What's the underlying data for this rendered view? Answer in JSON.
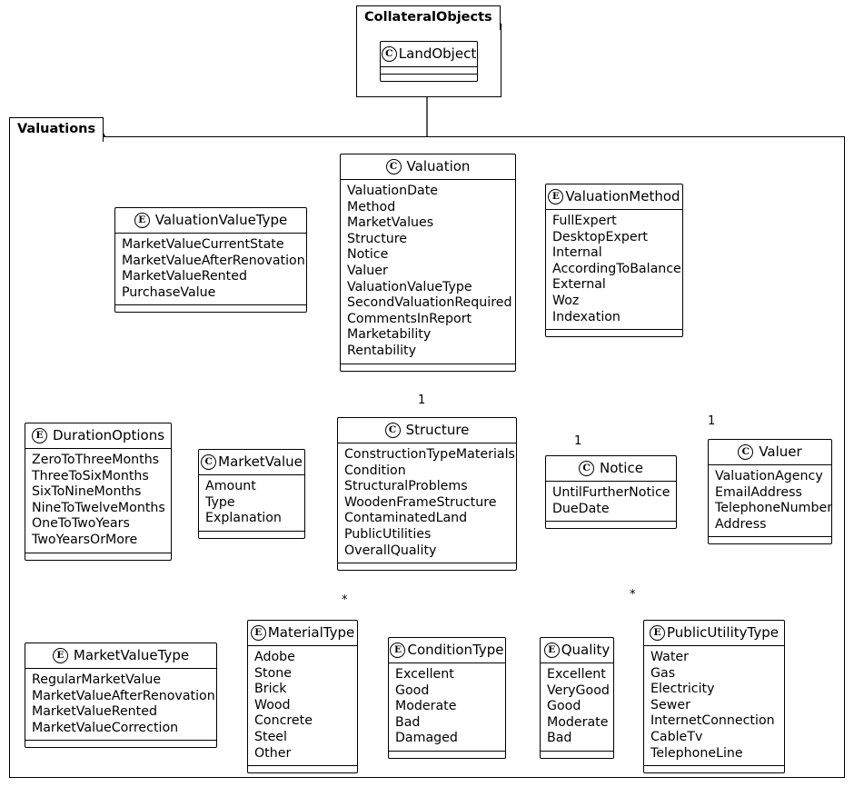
{
  "diagram": {
    "type": "uml-class-diagram",
    "packages": [
      {
        "id": "collateral",
        "name": "CollateralObjects"
      },
      {
        "id": "valuations",
        "name": "Valuations"
      }
    ],
    "nodes": [
      {
        "id": "landobject",
        "stereotype": "C",
        "name": "LandObject",
        "members": []
      },
      {
        "id": "valuation",
        "stereotype": "C",
        "name": "Valuation",
        "members": [
          "ValuationDate",
          "Method",
          "MarketValues",
          "Structure",
          "Notice",
          "Valuer",
          "ValuationValueType",
          "SecondValuationRequired",
          "CommentsInReport",
          "Marketability",
          "Rentability"
        ]
      },
      {
        "id": "valuationvaluetype",
        "stereotype": "E",
        "name": "ValuationValueType",
        "members": [
          "MarketValueCurrentState",
          "MarketValueAfterRenovation",
          "MarketValueRented",
          "PurchaseValue"
        ]
      },
      {
        "id": "valuationmethod",
        "stereotype": "E",
        "name": "ValuationMethod",
        "members": [
          "FullExpert",
          "DesktopExpert",
          "Internal",
          "AccordingToBalance",
          "External",
          "Woz",
          "Indexation"
        ]
      },
      {
        "id": "durationoptions",
        "stereotype": "E",
        "name": "DurationOptions",
        "members": [
          "ZeroToThreeMonths",
          "ThreeToSixMonths",
          "SixToNineMonths",
          "NineToTwelveMonths",
          "OneToTwoYears",
          "TwoYearsOrMore"
        ]
      },
      {
        "id": "marketvalue",
        "stereotype": "C",
        "name": "MarketValue",
        "members": [
          "Amount",
          "Type",
          "Explanation"
        ]
      },
      {
        "id": "structure",
        "stereotype": "C",
        "name": "Structure",
        "members": [
          "ConstructionTypeMaterials",
          "Condition",
          "StructuralProblems",
          "WoodenFrameStructure",
          "ContaminatedLand",
          "PublicUtilities",
          "OverallQuality"
        ]
      },
      {
        "id": "notice",
        "stereotype": "C",
        "name": "Notice",
        "members": [
          "UntilFurtherNotice",
          "DueDate"
        ]
      },
      {
        "id": "valuer",
        "stereotype": "C",
        "name": "Valuer",
        "members": [
          "ValuationAgency",
          "EmailAddress",
          "TelephoneNumber",
          "Address"
        ]
      },
      {
        "id": "marketvaluetype",
        "stereotype": "E",
        "name": "MarketValueType",
        "members": [
          "RegularMarketValue",
          "MarketValueAfterRenovation",
          "MarketValueRented",
          "MarketValueCorrection"
        ]
      },
      {
        "id": "materialtype",
        "stereotype": "E",
        "name": "MaterialType",
        "members": [
          "Adobe",
          "Stone",
          "Brick",
          "Wood",
          "Concrete",
          "Steel",
          "Other"
        ]
      },
      {
        "id": "conditiontype",
        "stereotype": "E",
        "name": "ConditionType",
        "members": [
          "Excellent",
          "Good",
          "Moderate",
          "Bad",
          "Damaged"
        ]
      },
      {
        "id": "quality",
        "stereotype": "E",
        "name": "Quality",
        "members": [
          "Excellent",
          "VeryGood",
          "Good",
          "Moderate",
          "Bad"
        ]
      },
      {
        "id": "publicutilitytype",
        "stereotype": "E",
        "name": "PublicUtilityType",
        "members": [
          "Water",
          "Gas",
          "Electricity",
          "Sewer",
          "InternetConnection",
          "CableTv",
          "TelephoneLine"
        ]
      }
    ],
    "multiplicities": [
      {
        "id": "m-structure",
        "label": "1"
      },
      {
        "id": "m-notice",
        "label": "1"
      },
      {
        "id": "m-valuer",
        "label": "1"
      },
      {
        "id": "m-materialtype",
        "label": "*"
      },
      {
        "id": "m-publicutilitytype",
        "label": "*"
      }
    ],
    "colors": {
      "stroke": "#000000",
      "background": "#ffffff",
      "text": "#000000"
    }
  }
}
